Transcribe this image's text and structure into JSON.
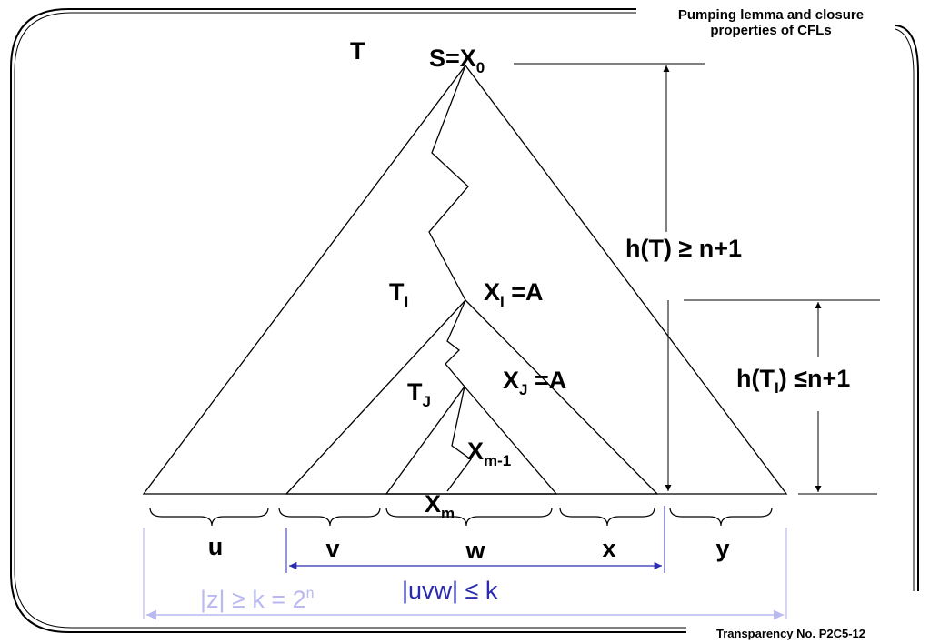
{
  "header": {
    "line1": "Pumping lemma and closure",
    "line2": "properties of CFLs"
  },
  "footer": {
    "text": "Transparency No. P2C5-12"
  },
  "labels": {
    "T": "T",
    "root": {
      "base": "S=X",
      "sub": "0"
    },
    "TI": {
      "base": "T",
      "sub": "I"
    },
    "XI": {
      "base": "X",
      "sub": "I",
      "tail": " =A"
    },
    "TJ": {
      "base": "T",
      "sub": "J"
    },
    "XJ": {
      "base": "X",
      "sub": "J",
      "tail": " =A"
    },
    "Xm1": {
      "base": "X",
      "sub": "m-1"
    },
    "Xm": {
      "base": "X",
      "sub": "m"
    },
    "hT": "h(T) ≥ n+1",
    "hTI": {
      "base": "h(T",
      "sub": "I",
      "tail": ") ≤n+1"
    }
  },
  "segments": {
    "u": "u",
    "v": "v",
    "w": "w",
    "x": "x",
    "y": "y"
  },
  "constraints": {
    "uvw": "|uvw| ≤ k",
    "z": {
      "base": "|z| ≥ k = 2",
      "sup": "n"
    }
  },
  "colors": {
    "line": "#000000",
    "uvw": "#2b2bb0",
    "z": "#b9b9f0"
  }
}
